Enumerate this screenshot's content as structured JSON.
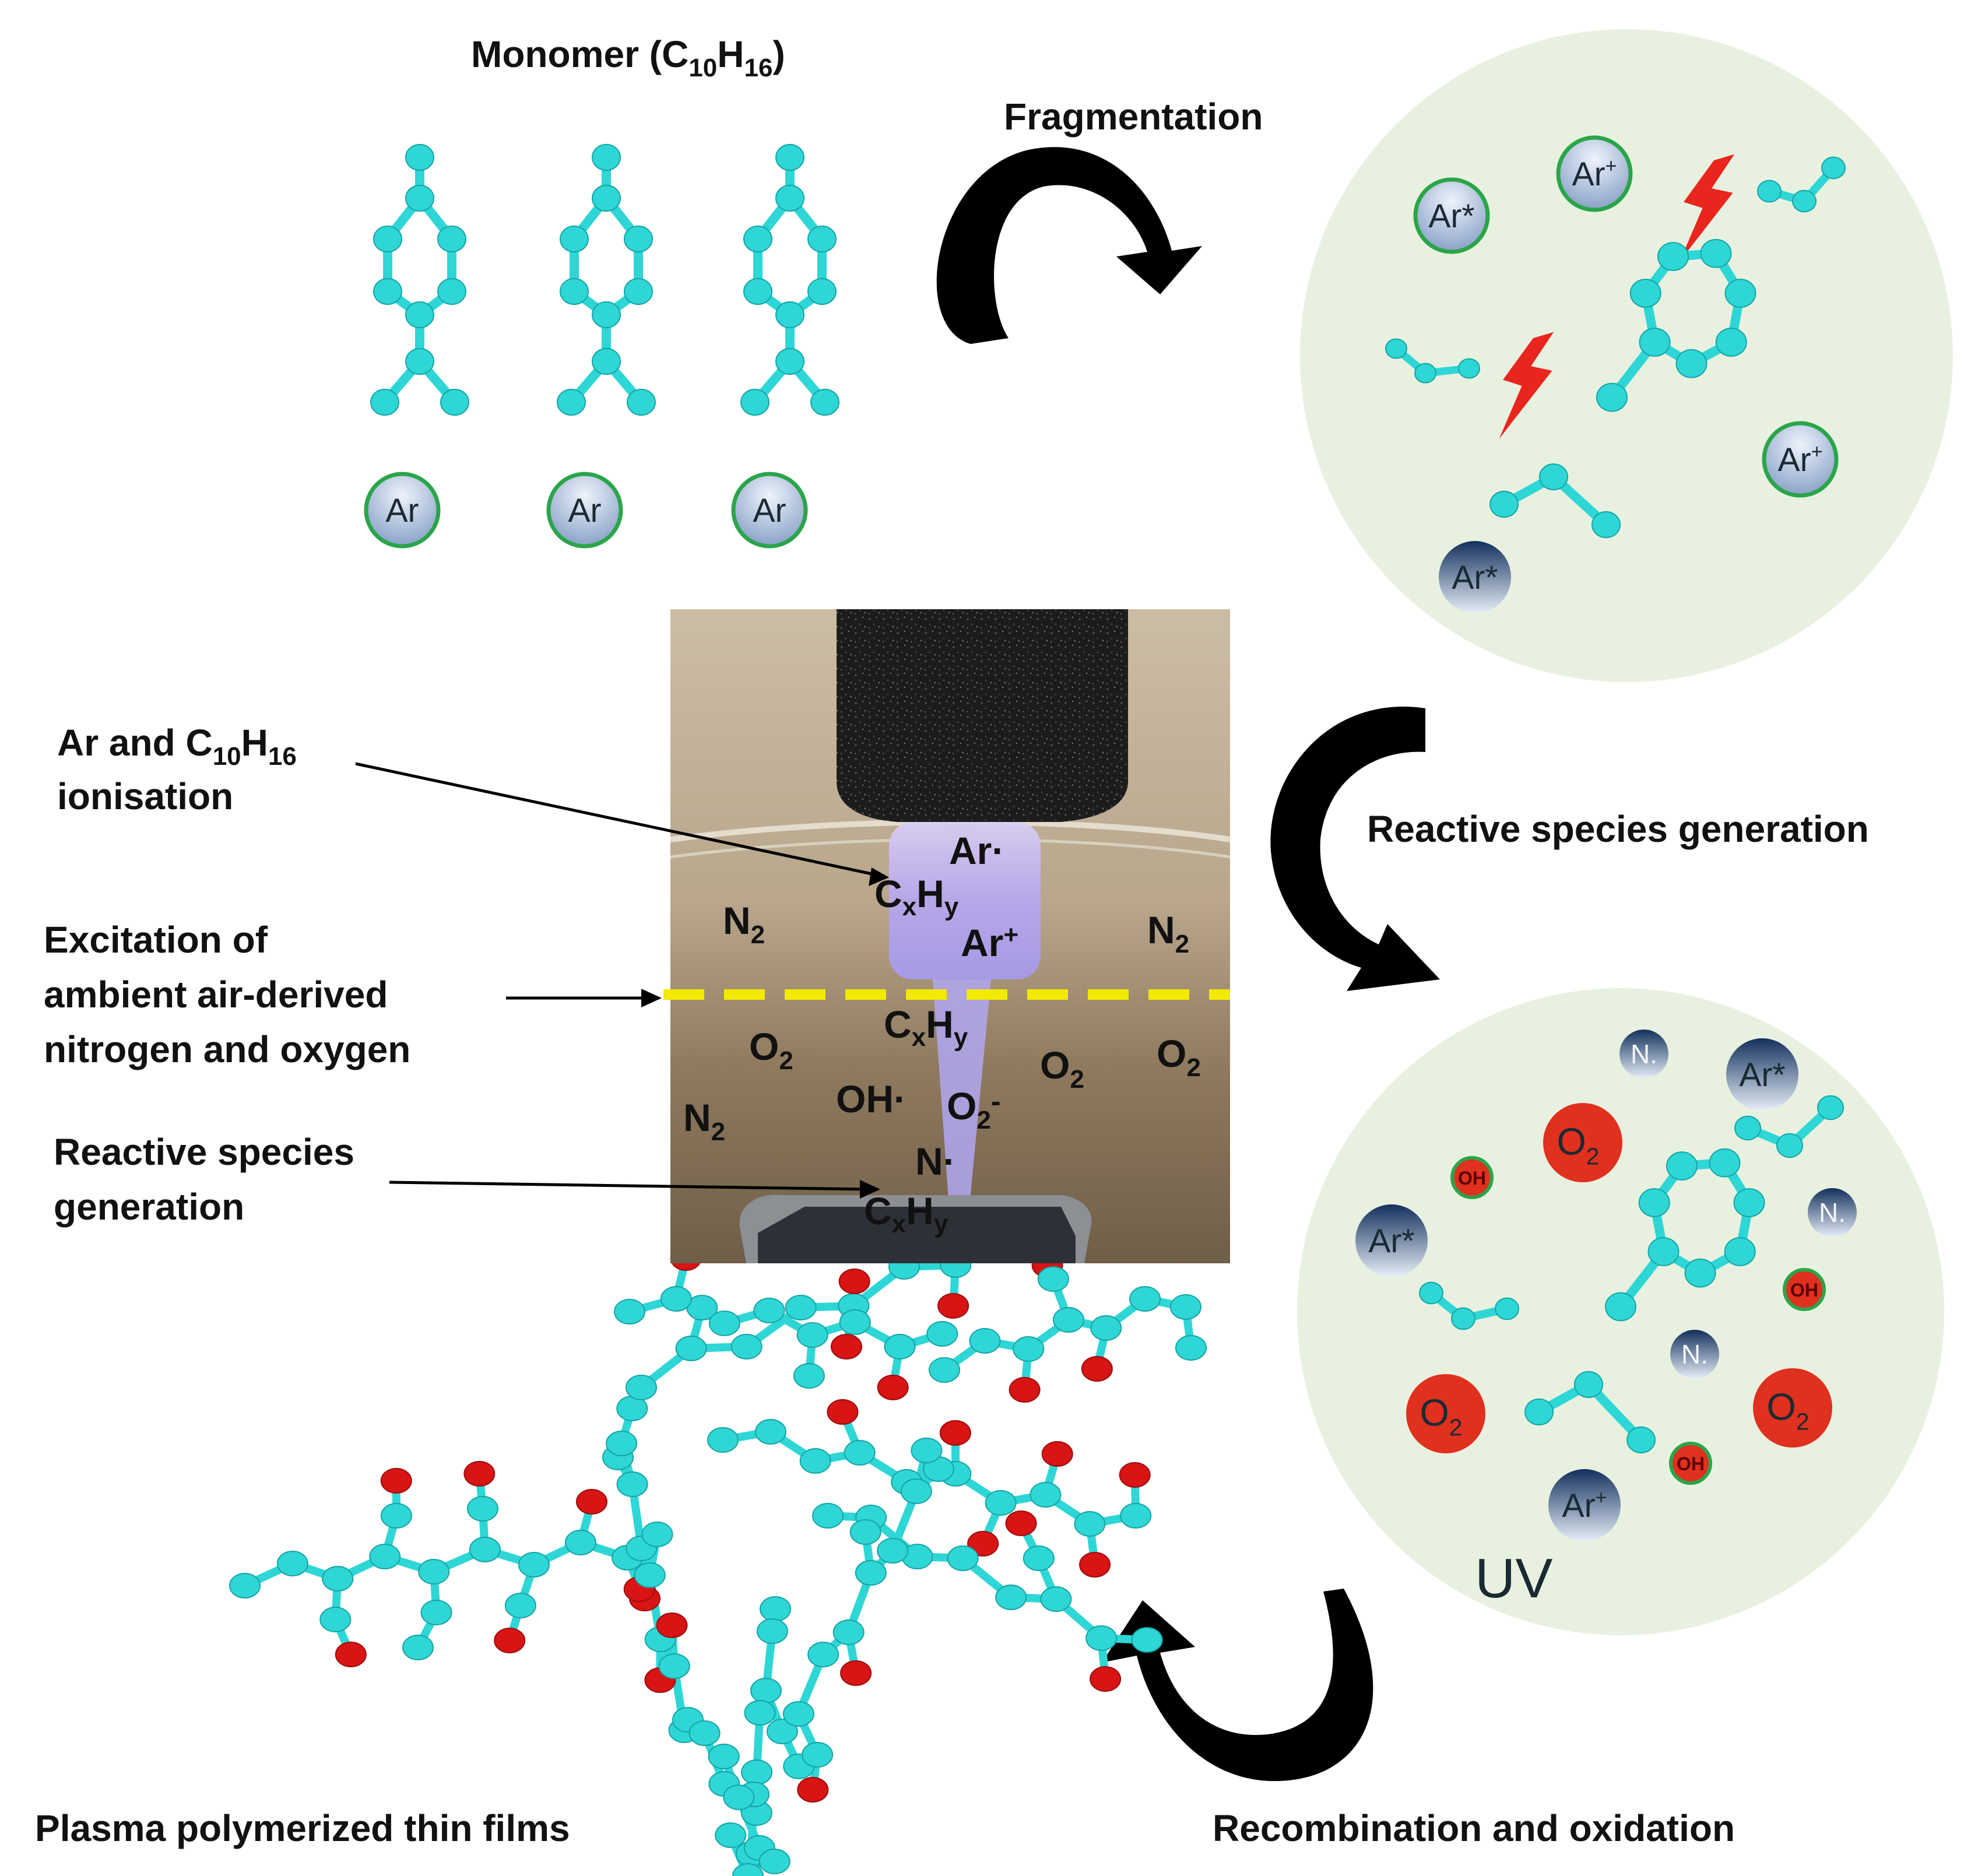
{
  "titles": {
    "monomer_prefix": "Monomer (C",
    "monomer_sub1": "10",
    "monomer_mid": "H",
    "monomer_sub2": "16",
    "monomer_suffix": ")",
    "fragmentation": "Fragmentation",
    "reactive_species_generation": "Reactive species generation",
    "recombination": "Recombination and oxidation",
    "thin_films": "Plasma polymerized thin films",
    "uv": "UV"
  },
  "annotations": {
    "ionisation_line1_prefix": "Ar and C",
    "ionisation_sub1": "10",
    "ionisation_mid": "H",
    "ionisation_sub2": "16",
    "ionisation_line2": "ionisation",
    "excitation_line1": "Excitation of",
    "excitation_line2": "ambient air-derived",
    "excitation_line3": "nitrogen and oxygen",
    "reactive_line1": "Reactive species",
    "reactive_line2": "generation"
  },
  "argon_labels": {
    "ground": "Ar",
    "excited": "Ar*",
    "ion": "Ar+"
  },
  "bubble_species": {
    "oxygen": "O",
    "oxygen_sub": "2",
    "hydroxyl": "OH",
    "nitrogen_radical": "N."
  },
  "photo_species": {
    "ar_radical": "Ar·",
    "ar_ion": "Ar+",
    "cxhy": "C",
    "x": "x",
    "h": "H",
    "y": "y",
    "n2": "N",
    "n2_sub": "2",
    "o2": "O",
    "o2_sub": "2",
    "oh": "OH·",
    "o2_minus": "O",
    "o2_minus_sub": "2",
    "o2_minus_sup": "-",
    "n_radical": "N·"
  },
  "colors": {
    "carbon_atom": "#2fd6d6",
    "oxygen_atom": "#d81414",
    "bubble_fill": "#e8f1df",
    "argon_ring": "#2aa54a",
    "dashed_line": "#f2ea00",
    "arrow": "#000000",
    "lightning": "#e8261e",
    "plasma_glow": "#b7a6f2"
  }
}
